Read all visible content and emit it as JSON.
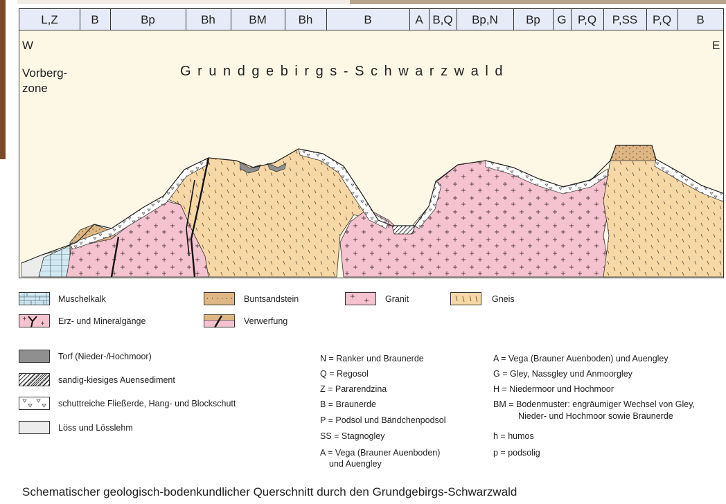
{
  "soil_row": [
    {
      "label": "L,Z"
    },
    {
      "label": "B"
    },
    {
      "label": "Bp"
    },
    {
      "label": "Bh"
    },
    {
      "label": "BM"
    },
    {
      "label": "Bh"
    },
    {
      "label": "B"
    },
    {
      "label": "A"
    },
    {
      "label": "B,Q"
    },
    {
      "label": "Bp,N"
    },
    {
      "label": "Bp"
    },
    {
      "label": "G"
    },
    {
      "label": "P,Q"
    },
    {
      "label": "P,SS"
    },
    {
      "label": "P,Q"
    },
    {
      "label": "B"
    }
  ],
  "profile": {
    "west": "W",
    "east": "E",
    "zone_left_line1": "Vorberg-",
    "zone_left_line2": "zone",
    "title": "G r u n d g e b i r g s - S c h w a r z w a l d"
  },
  "legend_rocks": [
    {
      "label": "Muschelkalk",
      "swatch": "muschelkalk"
    },
    {
      "label": "Buntsandstein",
      "swatch": "buntsandstein"
    },
    {
      "label": "Granit",
      "swatch": "granit"
    },
    {
      "label": "Gneis",
      "swatch": "gneis"
    },
    {
      "label": "Erz- und Mineralgänge",
      "swatch": "erz"
    },
    {
      "label": "Verwerfung",
      "swatch": "verwerfung"
    }
  ],
  "legend_sediments": [
    {
      "label": "Torf (Nieder-/Hochmoor)",
      "swatch": "torf"
    },
    {
      "label": "sandig-kiesiges Auensediment",
      "swatch": "auensediment"
    },
    {
      "label": "schuttreiche Fließerde, Hang- und Blockschutt",
      "swatch": "schutt"
    },
    {
      "label": "Löss und Lösslehm",
      "swatch": "loess"
    }
  ],
  "abbreviations_col1": [
    "N = Ranker und Braunerde",
    "Q = Regosol",
    "Z = Pararendzina",
    "B = Braunerde",
    "P = Podsol und Bändchenpodsol",
    "SS = Stagnogley",
    "A = Vega (Brauner Auenboden)",
    "und Auengley"
  ],
  "abbreviations_col2": [
    "A = Vega (Brauner Auenboden) und Auengley",
    "G = Gley, Nassgley und Anmoorgley",
    "H = Niedermoor und Hochmoor",
    "BM = Bodenmuster: engräumiger Wechsel von Gley,",
    "Nieder- und Hochmoor sowie Braunerde",
    "h = humos",
    "p = podsolig"
  ],
  "caption": "Schematischer geologisch-bodenkundlicher Querschnitt durch den Grundgebirgs-Schwarzwald",
  "colors": {
    "background_profile": "#fdf8e6",
    "granit": "#f5c2cf",
    "gneis": "#f6d8a6",
    "buntsandstein": "#deb684",
    "muschelkalk": "#d3e9f2",
    "torf": "#8f8f8f",
    "loess": "#ececec",
    "header": "#e7ebf7"
  }
}
